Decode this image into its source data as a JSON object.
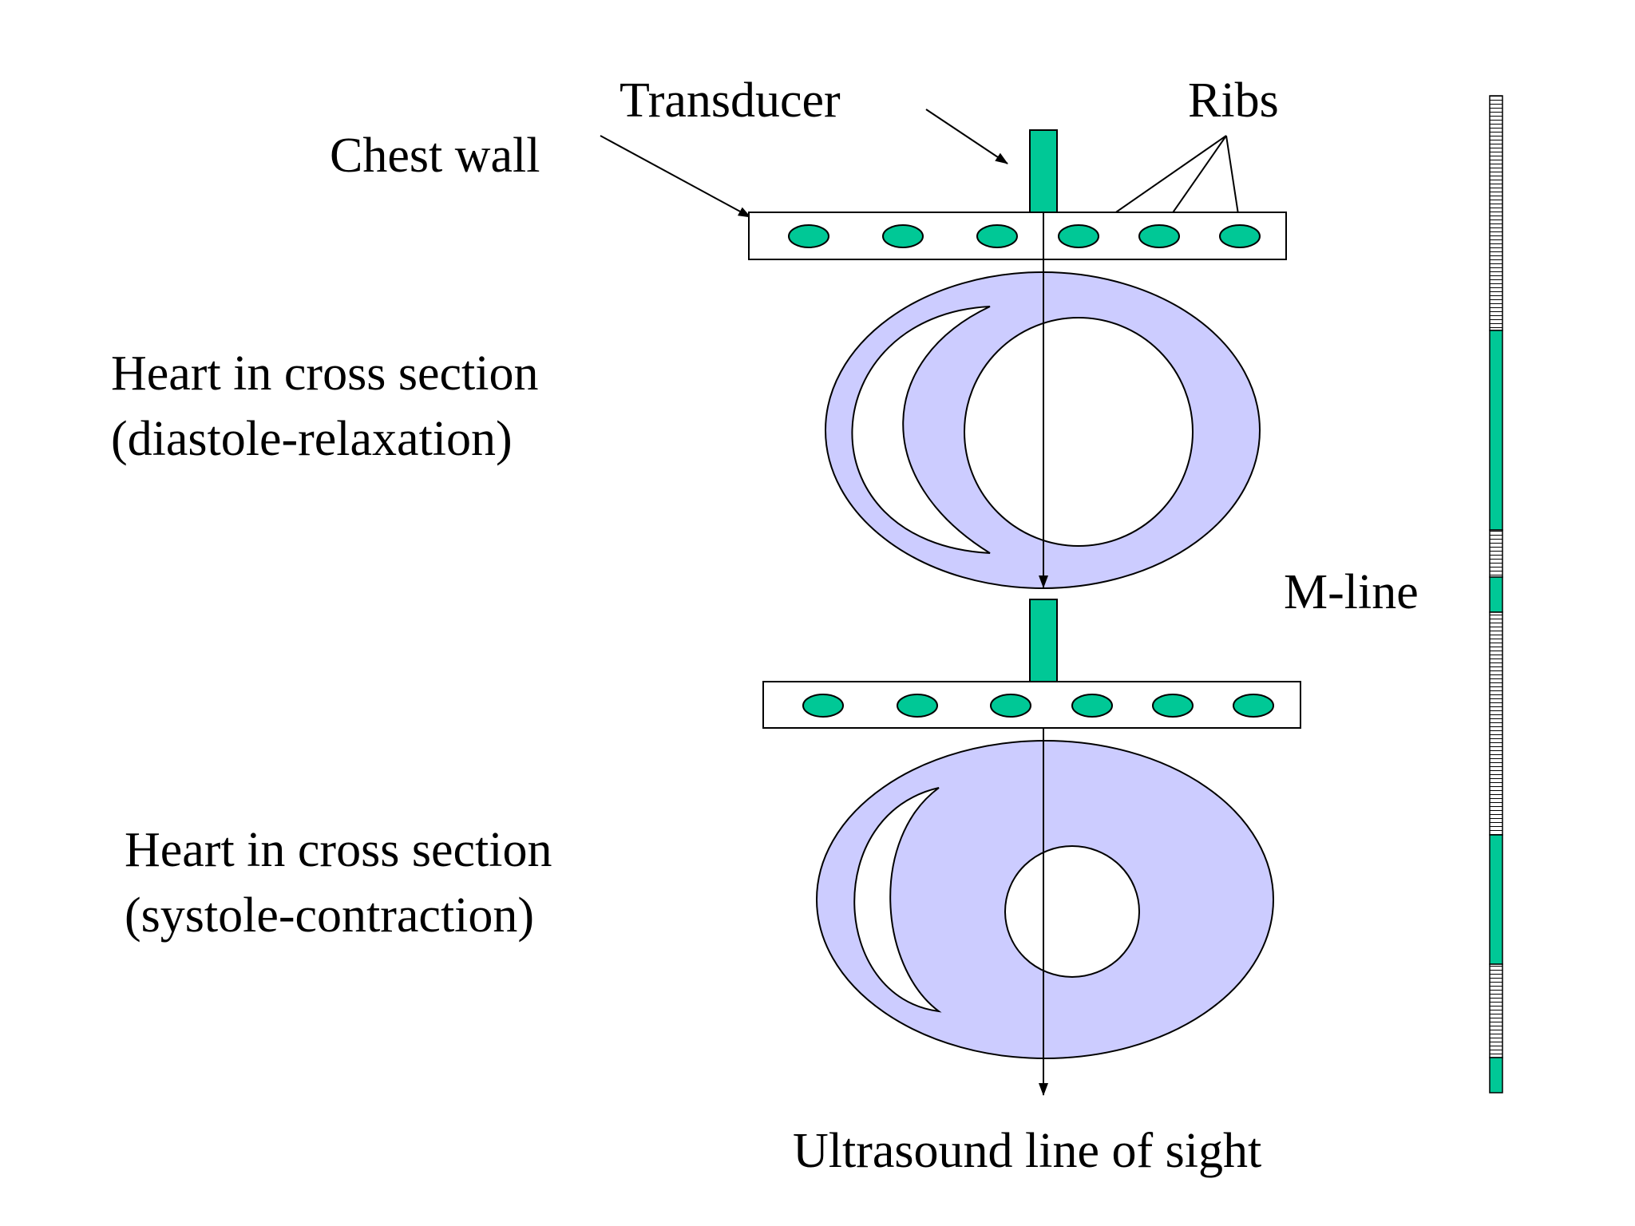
{
  "labels": {
    "transducer": "Transducer",
    "ribs": "Ribs",
    "chest_wall": "Chest wall",
    "heart_diastole_line1": "Heart in cross section",
    "heart_diastole_line2": "(diastole-relaxation)",
    "heart_systole_line1": "Heart in cross section",
    "heart_systole_line2": "(systole-contraction)",
    "m_line": "M-line",
    "line_of_sight": "Ultrasound line of sight"
  },
  "colors": {
    "transducer": "#00c896",
    "rib": "#00c896",
    "myocardium": "#ccccff",
    "outline": "#000000",
    "background": "#ffffff"
  },
  "m_line_strip": {
    "pattern_top_to_bottom": [
      "striped",
      "solid",
      "striped",
      "solid",
      "striped",
      "solid",
      "striped",
      "solid"
    ]
  }
}
